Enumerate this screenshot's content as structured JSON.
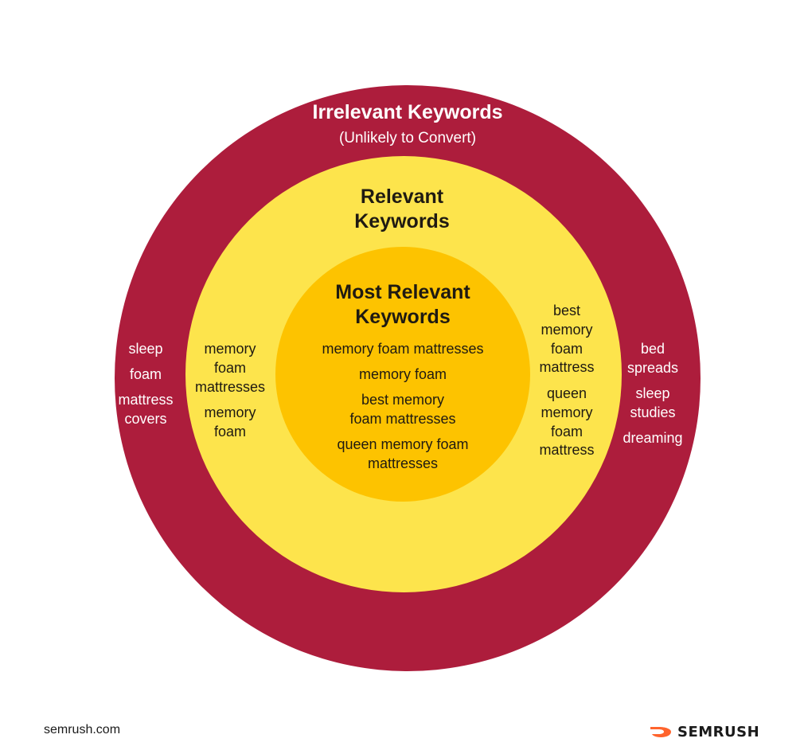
{
  "colors": {
    "outer": "#ad1d3c",
    "middle": "#fde44c",
    "inner": "#fdc300",
    "brand_accent": "#ff642d"
  },
  "outer": {
    "title": "Irrelevant Keywords",
    "subtitle": "(Unlikely to Convert)",
    "left": [
      "sleep",
      "foam",
      "mattress\ncovers"
    ],
    "right": [
      "bed\nspreads",
      "sleep\nstudies",
      "dreaming"
    ]
  },
  "middle": {
    "title": "Relevant\nKeywords",
    "left": [
      "memory\nfoam\nmattresses",
      "memory\nfoam"
    ],
    "right": [
      "best\nmemory\nfoam\nmattress",
      "queen\nmemory\nfoam\nmattress"
    ]
  },
  "inner": {
    "title": "Most Relevant\nKeywords",
    "items": [
      "memory foam mattresses",
      "memory foam",
      "best memory\nfoam mattresses",
      "queen memory foam\nmattresses"
    ]
  },
  "footer": {
    "domain": "semrush.com",
    "brand": "SEMRUSH",
    "brand_icon": "semrush-flame-icon"
  }
}
